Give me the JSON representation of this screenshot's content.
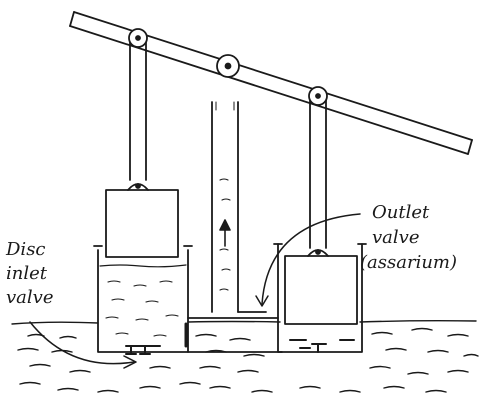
{
  "labels": {
    "disc_inlet": [
      "Disc",
      "inlet",
      "valve"
    ],
    "outlet": [
      "Outlet",
      "valve",
      "(assarium)"
    ]
  },
  "colors": {
    "ink": "#1a1a1a",
    "paper": "#ffffff"
  },
  "icons": [
    "pivot-icon",
    "flow-arrow-icon",
    "disc-valve-icon"
  ]
}
